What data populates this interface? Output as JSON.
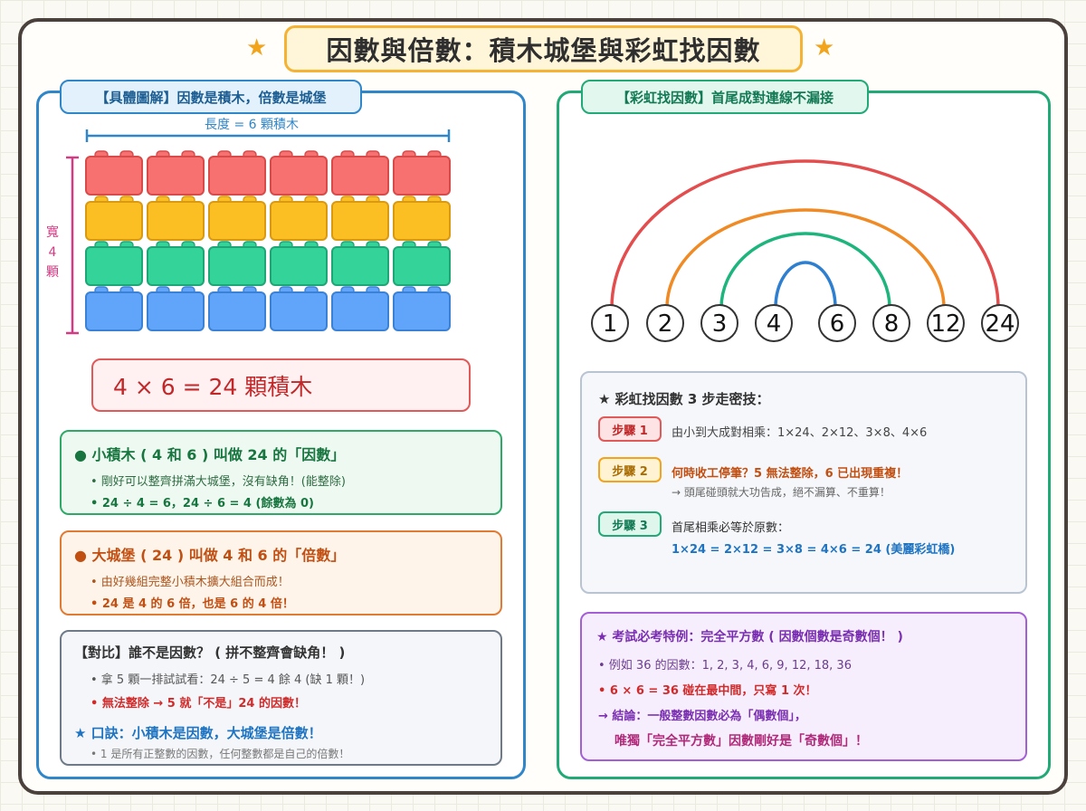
{
  "title": "因數與倍數：積木城堡與彩虹找因數",
  "title_star": "★",
  "left": {
    "tab": "【具體圖解】因數是積木，倍數是城堡",
    "length_label": "長度 = 6 顆積木",
    "width_label": [
      "寬",
      "4",
      "顆"
    ],
    "block_rows": [
      {
        "color": "#f87171",
        "stroke": "#d94a4a",
        "count": 6
      },
      {
        "color": "#fbbf24",
        "stroke": "#d99a12",
        "count": 6
      },
      {
        "color": "#34d399",
        "stroke": "#1fa676",
        "count": 6
      },
      {
        "color": "#60a5fa",
        "stroke": "#3b82d6",
        "count": 6
      }
    ],
    "equation": "4 × 6 = 24 顆積木",
    "factor_box": {
      "heading": "● 小積木 ( 4 和 6 ) 叫做 24 的「因數」",
      "line1": "• 剛好可以整齊拼滿大城堡，沒有缺角！(能整除)",
      "line2": "• 24 ÷ 4 = 6，24 ÷ 6 = 4 (餘數為 0)"
    },
    "multiple_box": {
      "heading": "● 大城堡 ( 24 ) 叫做 4 和 6 的「倍數」",
      "line1": "• 由好幾組完整小積木擴大組合而成！",
      "line2": "• 24 是 4 的 6 倍，也是 6 的 4 倍！"
    },
    "contrast_box": {
      "heading": "【對比】誰不是因數？ ( 拼不整齊會缺角！ )",
      "line1": "• 拿 5 顆一排試試看：24 ÷ 5 = 4 餘 4 (缺 1 顆！)",
      "line2": "• 無法整除 → 5 就「不是」24 的因數！",
      "motto": "★ 口訣：小積木是因數，大城堡是倍數！",
      "note": "• 1 是所有正整數的因數，任何整數都是自己的倍數！"
    }
  },
  "right": {
    "tab": "【彩虹找因數】首尾成對連線不漏接",
    "factors": [
      "1",
      "2",
      "3",
      "4",
      "6",
      "8",
      "12",
      "24"
    ],
    "arc_colors": [
      "#e44d4d",
      "#f08a24",
      "#1db57d",
      "#2f7fd0"
    ],
    "steps_box": {
      "heading": "★ 彩虹找因數 3 步走密技：",
      "step1_tag": "步驟 1",
      "step1_text": "由小到大成對相乘：1×24、2×12、3×8、4×6",
      "step2_tag": "步驟 2",
      "step2_text": "何時收工停筆？5 無法整除，6 已出現重複！",
      "step2_sub": "→ 頭尾碰頭就大功告成，絕不漏算、不重算！",
      "step3_tag": "步驟 3",
      "step3_text": "首尾相乘必等於原數：",
      "step3_sub": "1×24 = 2×12 = 3×8 = 4×6 = 24 (美麗彩虹橋)"
    },
    "exam_box": {
      "heading": "★ 考試必考特例：完全平方數 ( 因數個數是奇數個！ )",
      "line1": "• 例如 36 的因數：1, 2, 3, 4, 6, 9, 12, 18, 36",
      "line2": "• 6 × 6 = 36 碰在最中間，只寫 1 次！",
      "line3": "→ 結論：一般整數因數必為「偶數個」，",
      "line4": "唯獨「完全平方數」因數剛好是「奇數個」！"
    }
  }
}
